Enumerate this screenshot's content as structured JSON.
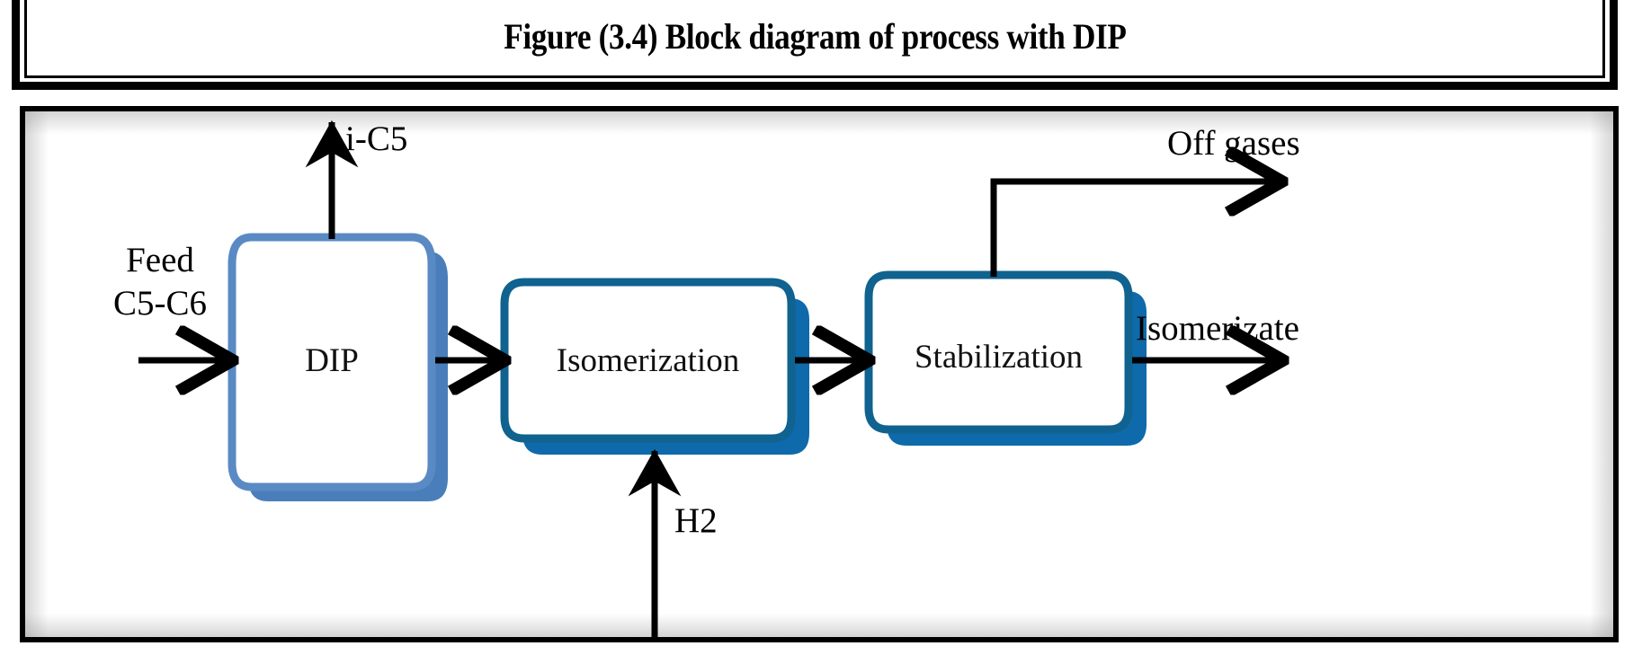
{
  "figure": {
    "caption": "Figure (3.4) Block diagram of process with DIP"
  },
  "diagram": {
    "type": "block-flow-diagram",
    "blocks": [
      {
        "id": "dip",
        "label": "DIP",
        "border_color": "#5A8AC4",
        "shadow_color": "#4A7EBB"
      },
      {
        "id": "isomerization",
        "label": "Isomerization",
        "border_color": "#10628F",
        "shadow_color": "#0E6AAA"
      },
      {
        "id": "stabilization",
        "label": "Stabilization",
        "border_color": "#10628F",
        "shadow_color": "#0E6AAA"
      }
    ],
    "streams": [
      {
        "id": "feed",
        "label": "Feed\nC5-C6",
        "line1": "Feed",
        "line2": "C5-C6",
        "direction": "in",
        "target": "dip"
      },
      {
        "id": "ic5",
        "label": "i-C5",
        "direction": "out",
        "source": "dip"
      },
      {
        "id": "dip-to-isom",
        "label": "",
        "direction": "between",
        "source": "dip",
        "target": "isomerization"
      },
      {
        "id": "h2",
        "label": "H2",
        "direction": "in",
        "target": "isomerization"
      },
      {
        "id": "isom-to-stab",
        "label": "",
        "direction": "between",
        "source": "isomerization",
        "target": "stabilization"
      },
      {
        "id": "offgases",
        "label": "Off gases",
        "direction": "out",
        "source": "stabilization"
      },
      {
        "id": "isomerizate",
        "label": "Isomerizate",
        "direction": "out",
        "source": "stabilization"
      }
    ],
    "colors": {
      "line": "#000000",
      "background": "#ffffff",
      "frame": "#000000",
      "dip_blue": "#5A8AC4",
      "process_blue": "#10628F"
    }
  }
}
